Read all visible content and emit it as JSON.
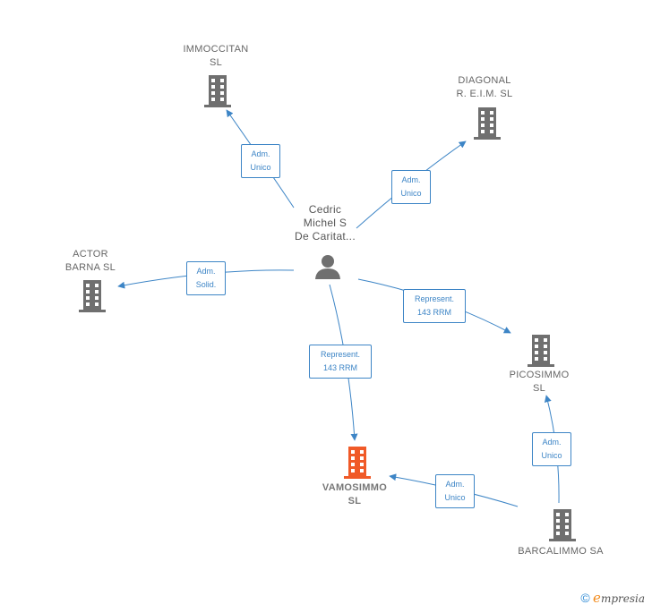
{
  "nodes": {
    "immoccitan": {
      "label": "IMMOCCITAN\nSL"
    },
    "diagonal": {
      "label": "DIAGONAL\nR. E.I.M.  SL"
    },
    "actor": {
      "label": "ACTOR\nBARNA  SL"
    },
    "picosimmo": {
      "label": "PICOSIMMO\nSL"
    },
    "vamosimmo": {
      "label": "VAMOSIMMO\nSL"
    },
    "barcalimmo": {
      "label": "BARCALIMMO SA"
    },
    "person": {
      "label": "Cedric\nMichel S\nDe Caritat..."
    }
  },
  "edges": {
    "to_immoccitan": "Adm.\nUnico",
    "to_diagonal": "Adm.\nUnico",
    "to_actor": "Adm.\nSolid.",
    "to_picosimmo_person": "Represent.\n143 RRM",
    "to_vamosimmo_person": "Represent.\n143 RRM",
    "barcalimmo_to_picosimmo": "Adm.\nUnico",
    "barcalimmo_to_vamosimmo": "Adm.\nUnico"
  },
  "colors": {
    "edge": "#3d85c6",
    "building": "#6f6f6f",
    "building_main": "#f05a28",
    "person": "#6f6f6f"
  },
  "footer": {
    "copyright": "©",
    "brand_initial": "e",
    "brand_rest": "mpresia"
  }
}
